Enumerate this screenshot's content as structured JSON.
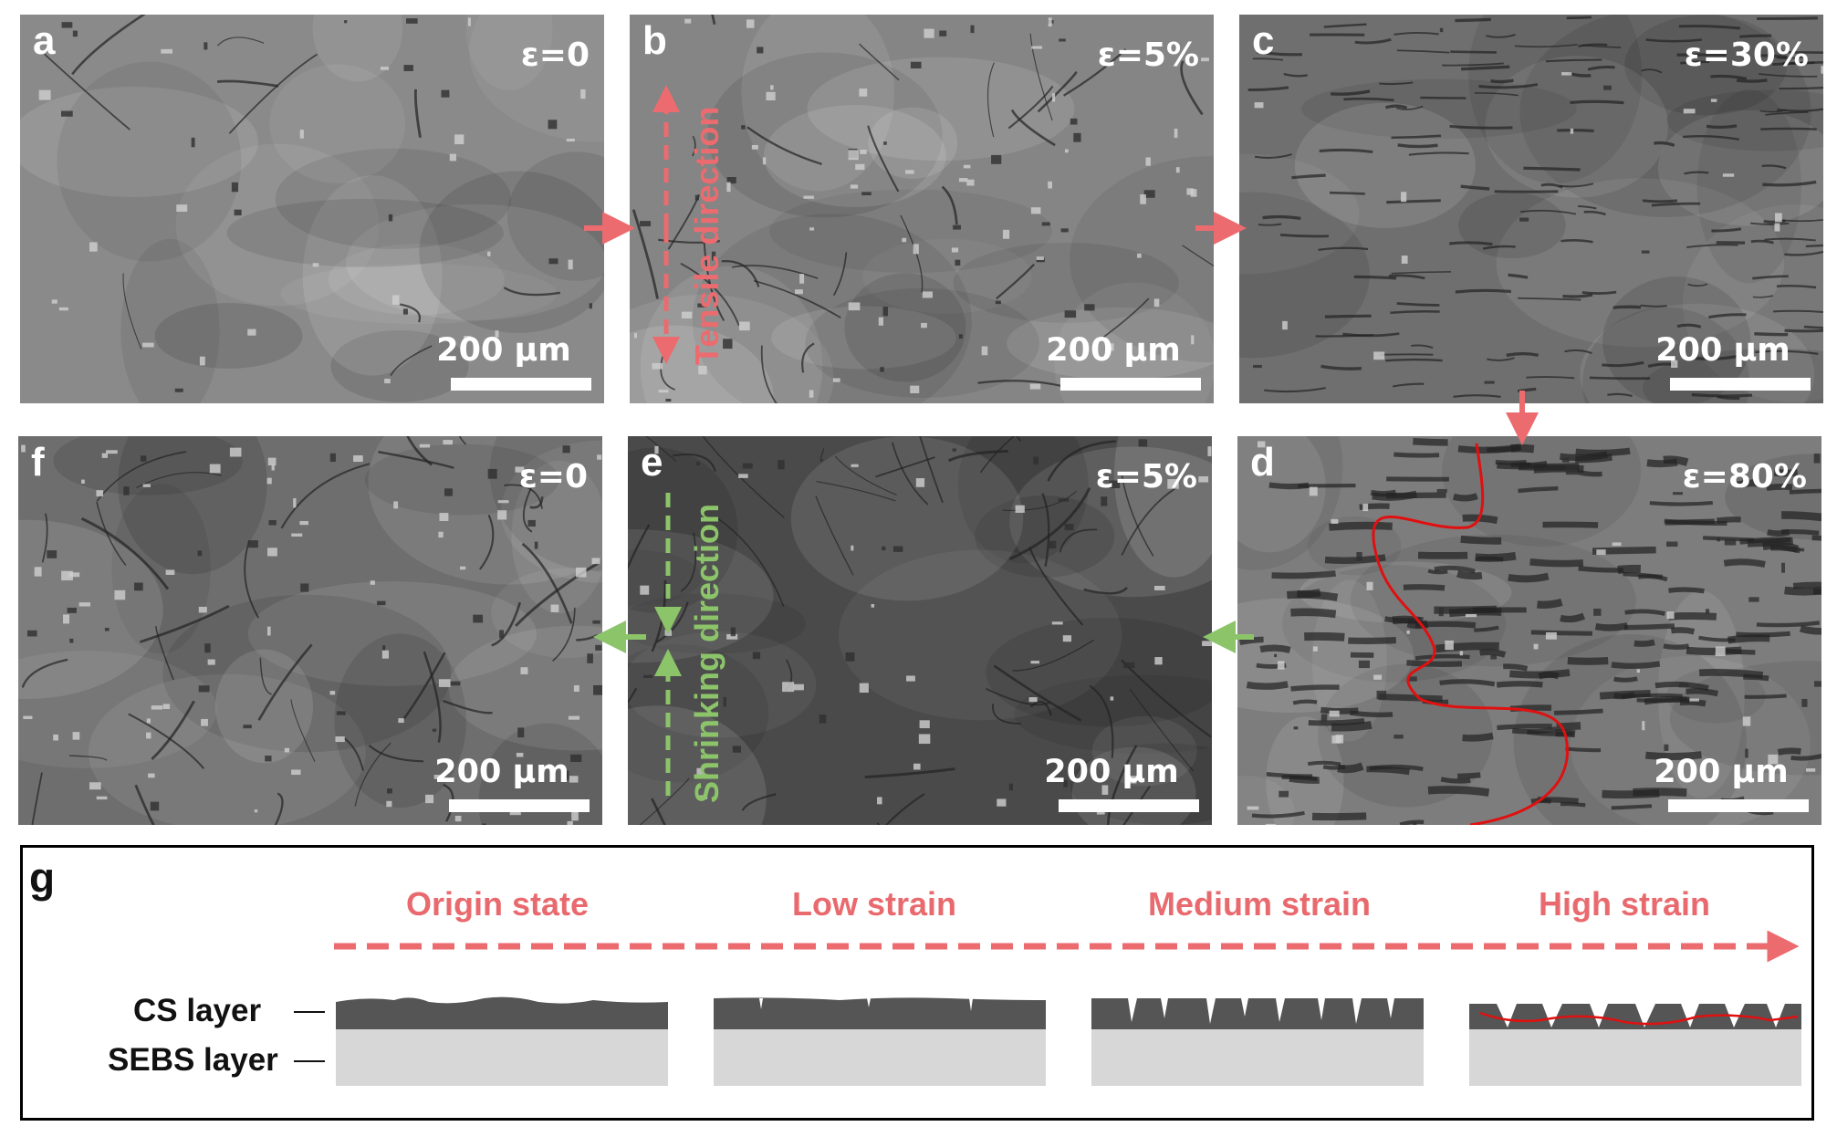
{
  "panels": [
    {
      "id": "a",
      "label": "a",
      "strain": "ε=0",
      "scale": "200 μm"
    },
    {
      "id": "b",
      "label": "b",
      "strain": "ε=5%",
      "scale": "200 μm"
    },
    {
      "id": "c",
      "label": "c",
      "strain": "ε=30%",
      "scale": "200 μm"
    },
    {
      "id": "f",
      "label": "f",
      "strain": "ε=0",
      "scale": "200 μm"
    },
    {
      "id": "e",
      "label": "e",
      "strain": "ε=5%",
      "scale": "200 μm"
    },
    {
      "id": "d",
      "label": "d",
      "strain": "ε=80%",
      "scale": "200 μm"
    }
  ],
  "annotations": {
    "tensile": "Tensile direction",
    "shrinking": "Shrinking direction"
  },
  "colors": {
    "tensile_arrow": "#ec6b6f",
    "shrinking_arrow": "#8cc46a",
    "crack_path": "#e01010",
    "cs_layer": "#555555",
    "sebs_layer": "#d7d7d7"
  },
  "schematic": {
    "label": "g",
    "stages": [
      "Origin state",
      "Low strain",
      "Medium strain",
      "High strain"
    ],
    "layers": {
      "cs": "CS layer",
      "sebs": "SEBS layer"
    }
  }
}
